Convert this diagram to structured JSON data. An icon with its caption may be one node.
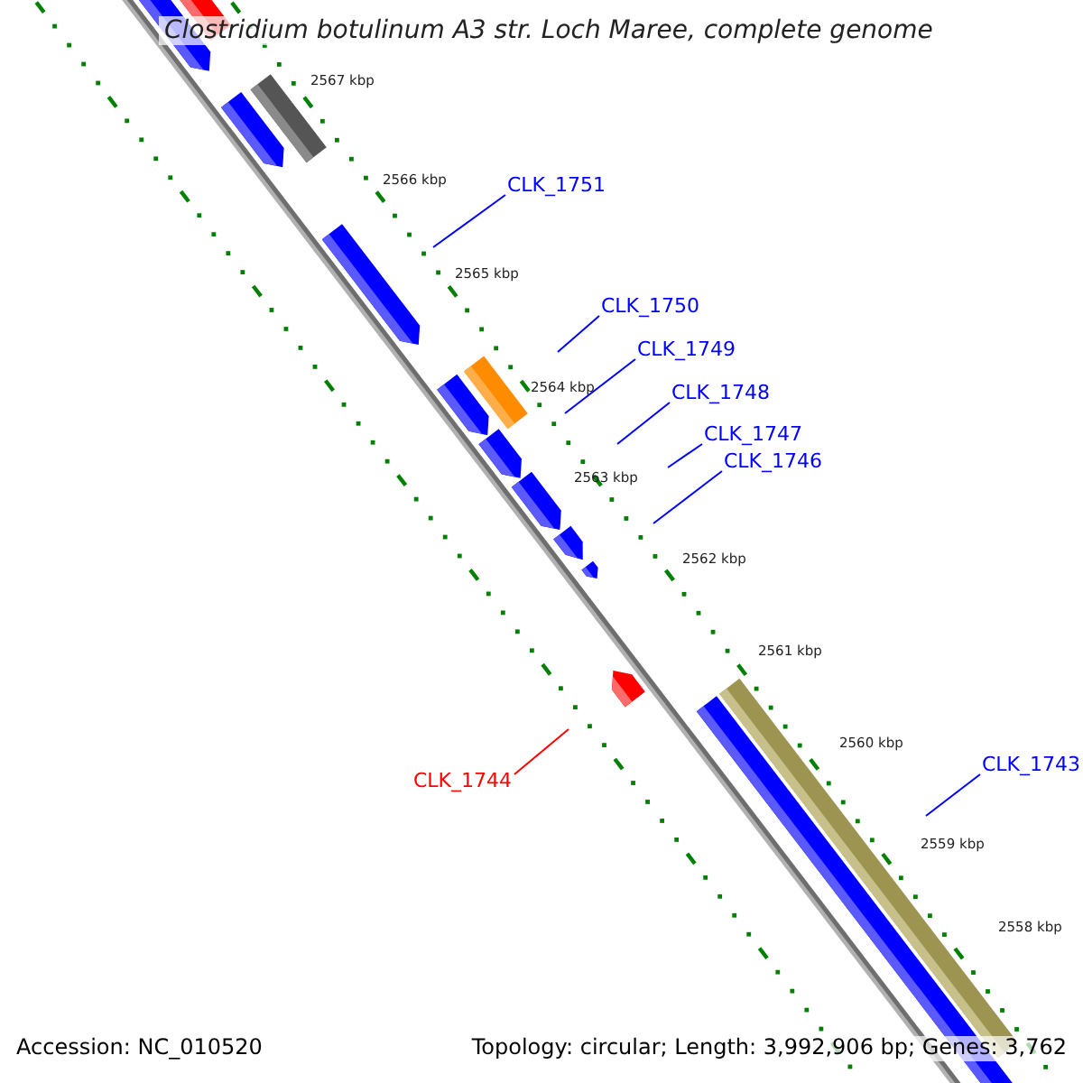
{
  "diagram": {
    "title": "Clostridium botulinum A3 str. Loch Maree, complete genome",
    "nodes": [
      {
        "text": [
          "CLK_1751"
        ]
      },
      {
        "text": [
          "CLK_1750"
        ]
      },
      {
        "text": [
          "CLK_1749"
        ]
      },
      {
        "text": [
          "CLK_1748"
        ]
      },
      {
        "text": [
          "CLK_1747"
        ]
      },
      {
        "text": [
          "CLK_1746"
        ]
      },
      {
        "text": [
          "CLK_1744"
        ]
      },
      {
        "text": [
          "CLK_1743"
        ]
      }
    ],
    "edges": [
      {
        "from": 0,
        "to": null,
        "arrow": "none"
      },
      {
        "from": 1,
        "to": null,
        "arrow": "none"
      },
      {
        "from": 2,
        "to": null,
        "arrow": "none"
      },
      {
        "from": 3,
        "to": null,
        "arrow": "none"
      },
      {
        "from": 4,
        "to": null,
        "arrow": "none"
      },
      {
        "from": 5,
        "to": null,
        "arrow": "none"
      },
      {
        "from": 6,
        "to": null,
        "arrow": "none",
        "color": "#ff0000"
      },
      {
        "from": 7,
        "to": null,
        "arrow": "none"
      }
    ],
    "labels": [
      "2567 kbp",
      "2566 kbp",
      "2565 kbp",
      "2564 kbp",
      "2563 kbp",
      "2562 kbp",
      "2561 kbp",
      "2560 kbp",
      "2559 kbp",
      "2558 kbp",
      "Accession: NC_010520",
      "Topology: circular; Length: 3,992,906 bp; Genes: 3,762"
    ]
  }
}
